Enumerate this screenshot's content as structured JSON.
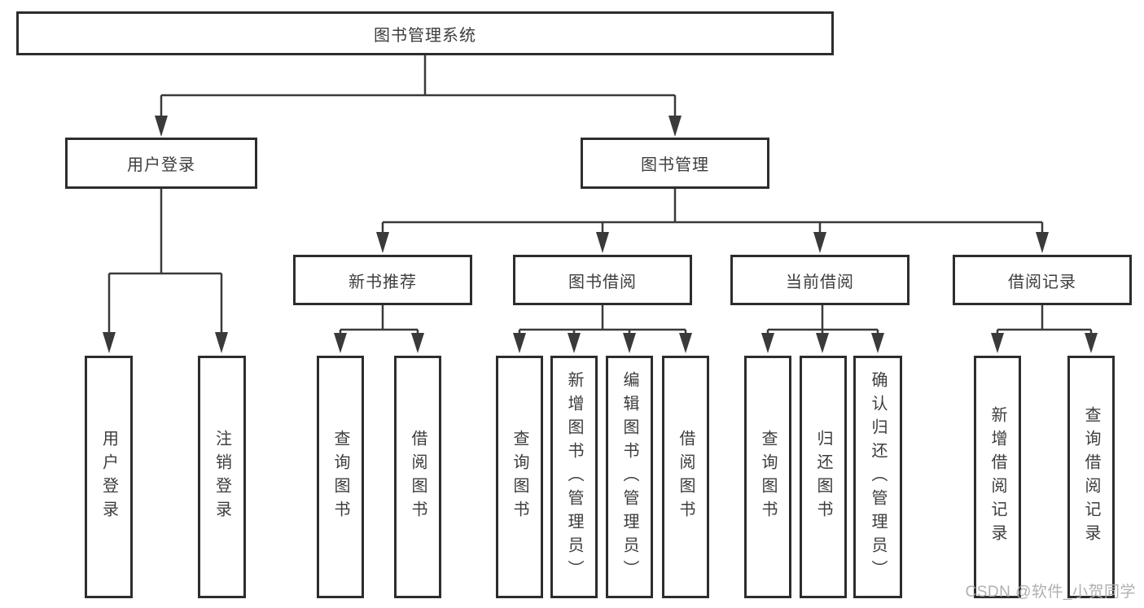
{
  "diagram": {
    "type": "tree",
    "root": "图书管理系统",
    "level2": {
      "user_login": "用户登录",
      "book_management": "图书管理"
    },
    "level3": {
      "new_books": "新书推荐",
      "book_borrowing": "图书借阅",
      "current_borrowing": "当前借阅",
      "borrowing_records": "借阅记录"
    },
    "leaves": {
      "user_login": [
        "用户登录",
        "注销登录"
      ],
      "new_books": [
        "查询图书",
        "借阅图书"
      ],
      "book_borrowing": [
        "查询图书",
        "新增图书（管理员）",
        "编辑图书（管理员）",
        "借阅图书"
      ],
      "current_borrowing": [
        "查询图书",
        "归还图书",
        "确认归还（管理员）"
      ],
      "borrowing_records": [
        "新增借阅记录",
        "查询借阅记录"
      ]
    },
    "line_color": "#3a3a3a",
    "box_border_color": "#2d2d2d",
    "text_color": "#3d3d3d",
    "background_color": "#ffffff"
  },
  "watermark": {
    "text": "CSDN @软件_小贺同学",
    "color": "#acacac"
  }
}
